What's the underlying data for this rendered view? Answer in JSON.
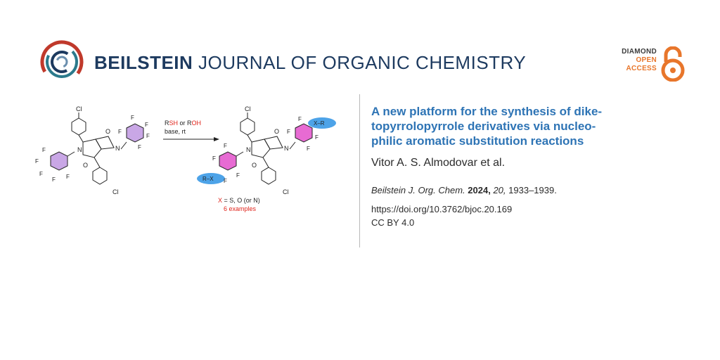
{
  "header": {
    "journal_name_bold": "BEILSTEIN",
    "journal_name_rest": "JOURNAL OF ORGANIC CHEMISTRY",
    "oa_badge": {
      "line1": "DIAMOND",
      "line2": "OPEN",
      "line3": "ACCESS"
    },
    "logo_icon": "beilstein-circles-logo",
    "oa_icon": "open-lock-icon"
  },
  "colors": {
    "journal_blue": "#1d3a5f",
    "title_blue": "#2e74b5",
    "oa_orange": "#e8762b",
    "logo_red": "#c0392b",
    "logo_teal": "#2b7a8c",
    "ring_purple": "#c9a7e6",
    "ring_pink": "#e76bd3",
    "highlight_blue": "#4da3e8",
    "reagent_red": "#e0241b"
  },
  "scheme": {
    "reagents_line1": {
      "r1": "R",
      "sh": "SH",
      "or": " or R",
      "oh": "OH"
    },
    "reagents_line2": "base, rt",
    "x_note": {
      "x": "X",
      "rest": " = S, O (or N)"
    },
    "examples": "6 examples",
    "atom_cl": "Cl",
    "atom_f": "F",
    "atom_o": "O",
    "atom_n": "N",
    "group_rx": "R–X",
    "group_xr": "X–R"
  },
  "article": {
    "title_lines": [
      "A new platform for the synthesis of dike-",
      "topyrrolopyrrole derivatives via nucleo-",
      "philic aromatic substitution reactions"
    ],
    "authors": "Vitor A. S. Almodovar et al.",
    "citation": {
      "journal": "Beilstein J. Org. Chem.",
      "year": "2024,",
      "volume": "20,",
      "pages": "1933–1939."
    },
    "doi": "https://doi.org/10.3762/bjoc.20.169",
    "license": "CC BY 4.0"
  }
}
